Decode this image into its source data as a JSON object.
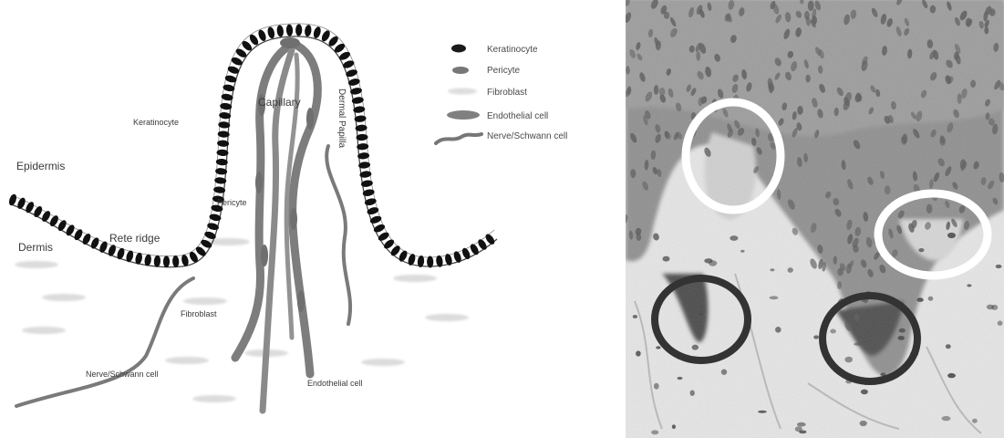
{
  "schematic": {
    "labels": {
      "epidermis": "Epidermis",
      "dermis": "Dermis",
      "rete_ridge": "Rete ridge",
      "keratinocyte": "Keratinocyte",
      "capillary": "Capillary",
      "pericyte": "Pericyte",
      "dermal_papilla": "Dermal Papilla",
      "fibroblast": "Fibroblast",
      "nerve": "Nerve/Schwann cell",
      "endothelial": "Endothelial cell"
    },
    "legend": [
      {
        "label": "Keratinocyte",
        "icon": "keratinocyte-icon",
        "color": "#1a1a1a"
      },
      {
        "label": "Pericyte",
        "icon": "pericyte-icon",
        "color": "#777777"
      },
      {
        "label": "Fibroblast",
        "icon": "fibroblast-icon",
        "color": "#dddddd"
      },
      {
        "label": "Endothelial cell",
        "icon": "endothelial-icon",
        "color": "#808080"
      },
      {
        "label": "Nerve/Schwann cell",
        "icon": "nerve-icon",
        "color": "#777777"
      }
    ]
  },
  "micrograph": {
    "markers": [
      {
        "color": "#ffffff"
      },
      {
        "color": "#ffffff"
      },
      {
        "color": "#333333"
      },
      {
        "color": "#333333"
      }
    ]
  }
}
